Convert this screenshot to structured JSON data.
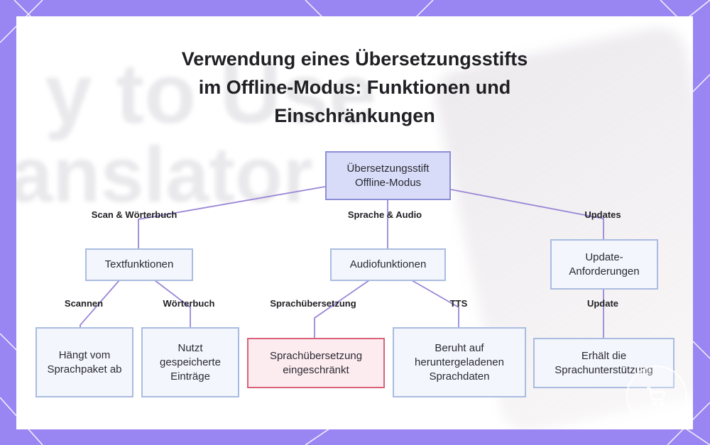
{
  "title": {
    "line1": "Verwendung eines Übersetzungsstifts",
    "line2": "im Offline-Modus: Funktionen und",
    "line3": "Einschränkungen"
  },
  "background": {
    "text_line1": "y to Use",
    "text_line2": "anslator"
  },
  "nodes": {
    "root": "Übersetzungsstift Offline-Modus",
    "text_functions": "Textfunktionen",
    "audio_functions": "Audiofunktionen",
    "update_requirements": "Update-Anforderungen",
    "depends_on_language_pack": "Hängt vom Sprachpaket ab",
    "uses_stored_entries": "Nutzt gespeicherte Einträge",
    "speech_translation_limited": "Sprachübersetzung eingeschränkt",
    "based_on_downloaded_data": "Beruht auf heruntergeladenen Sprachdaten",
    "gets_language_support": "Erhält die Sprachunterstützung"
  },
  "edges": {
    "scan_dictionary": "Scan & Wörterbuch",
    "speech_audio": "Sprache & Audio",
    "updates": "Updates",
    "scan": "Scannen",
    "dictionary": "Wörterbuch",
    "speech_translation": "Sprachübersetzung",
    "tts": "TTS",
    "update": "Update"
  },
  "colors": {
    "frame": "#9a86f2",
    "root_fill": "#d8dcf8",
    "node_fill": "#f4f6fd",
    "node_border": "#a9bce0",
    "warn_fill": "#fdecef",
    "warn_border": "#d9627a",
    "edge": "#9b86d6"
  },
  "icons": {
    "corner_badge": "shopping-cart-icon"
  }
}
